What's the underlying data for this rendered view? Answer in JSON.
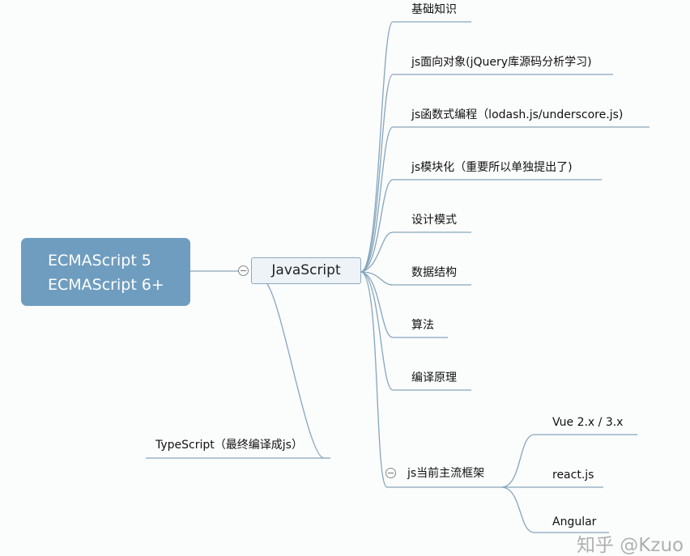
{
  "root": {
    "lines": [
      "ECMAScript 5",
      "ECMAScript 6+"
    ]
  },
  "main": {
    "label": "JavaScript"
  },
  "branches": [
    "基础知识",
    "js面向对象(jQuery库源码分析学习)",
    "js函数式编程（lodash.js/underscore.js)",
    "js模块化（重要所以单独提出了)",
    "设计模式",
    "数据结构",
    "算法",
    "编译原理",
    "js当前主流框架"
  ],
  "frameworks": [
    "Vue 2.x / 3.x",
    "react.js",
    "Angular"
  ],
  "typescript": "TypeScript（最终编译成js）",
  "watermark": "知乎 @Kzuo",
  "colors": {
    "root": "#6f9dbf",
    "line": "#86a6bd"
  }
}
